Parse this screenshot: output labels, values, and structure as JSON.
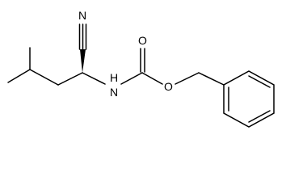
{
  "molecule": {
    "atoms": {
      "n_amine": "H\nN",
      "n_nitrile": "N",
      "o_carbonyl": "O",
      "o_ester": "O"
    }
  },
  "colors": {
    "bond": "#000000",
    "text": "#000000",
    "background": "#ffffff"
  }
}
